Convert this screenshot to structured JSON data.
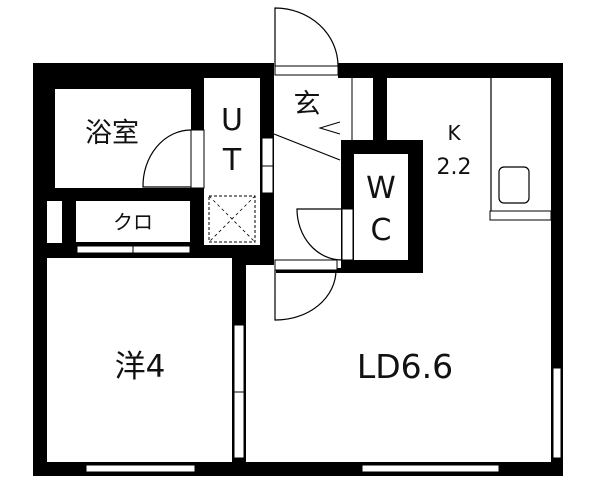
{
  "floor_plan": {
    "rooms": {
      "bath": "浴室",
      "utility_u": "U",
      "utility_t": "T",
      "entrance": "玄",
      "closet": "クロ",
      "toilet_w": "W",
      "toilet_c": "C",
      "kitchen": "K",
      "kitchen_size": "2.2",
      "western_room": "洋4",
      "living_dining": "LD6.6"
    },
    "colors": {
      "wall": "#000000",
      "floor": "#ffffff"
    }
  }
}
